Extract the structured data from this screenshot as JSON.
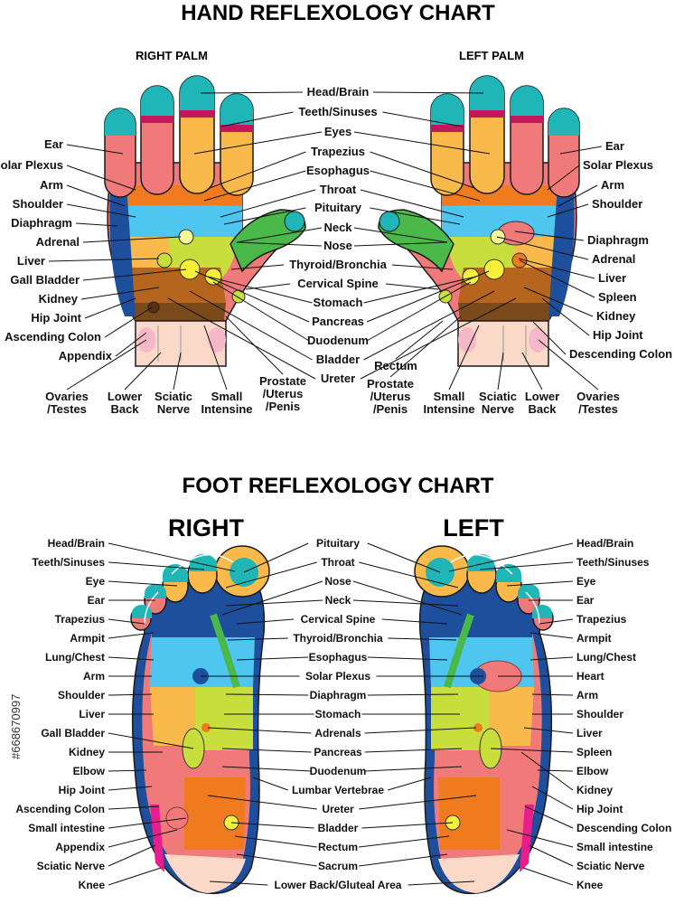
{
  "hand_chart": {
    "title": "HAND REFLEXOLOGY CHART",
    "right_palm_label": "RIGHT PALM",
    "left_palm_label": "LEFT PALM",
    "center_labels": [
      "Head/Brain",
      "Teeth/Sinuses",
      "Eyes",
      "Trapezius",
      "Esophagus",
      "Throat",
      "Pituitary",
      "Neck",
      "Nose",
      "Thyroid/Bronchia",
      "Cervical Spine",
      "Stomach",
      "Pancreas",
      "Duodenum",
      "Bladder",
      "Ureter"
    ],
    "right_side_labels": [
      "Ear",
      "Solar Plexus",
      "Arm",
      "Shoulder",
      "Diaphragm",
      "Adrenal",
      "Liver",
      "Gall Bladder",
      "Kidney",
      "Hip Joint",
      "Ascending Colon",
      "Appendix"
    ],
    "left_side_labels": [
      "Ear",
      "Solar Plexus",
      "Arm",
      "Shoulder",
      "Diaphragm",
      "Adrenal",
      "Liver",
      "Spleen",
      "Kidney",
      "Hip Joint",
      "Descending Colon"
    ],
    "right_bottom_labels": [
      {
        "l1": "Ovaries",
        "l2": "/Testes"
      },
      {
        "l1": "Lower",
        "l2": "Back"
      },
      {
        "l1": "Sciatic",
        "l2": "Nerve"
      },
      {
        "l1": "Small",
        "l2": "Intensine"
      },
      {
        "l1": "Prostate",
        "l2": "/Uterus",
        "l3": "/Penis"
      }
    ],
    "left_bottom_labels": [
      {
        "l1": "Rectum"
      },
      {
        "l1": "Prostate",
        "l2": "/Uterus",
        "l3": "/Penis"
      },
      {
        "l1": "Small",
        "l2": "Intensine"
      },
      {
        "l1": "Sciatic",
        "l2": "Nerve"
      },
      {
        "l1": "Lower",
        "l2": "Back"
      },
      {
        "l1": "Ovaries",
        "l2": "/Testes"
      }
    ]
  },
  "foot_chart": {
    "title": "FOOT REFLEXOLOGY CHART",
    "right_label": "RIGHT",
    "left_label": "LEFT",
    "right_side_labels": [
      "Head/Brain",
      "Teeth/Sinuses",
      "Eye",
      "Ear",
      "Trapezius",
      "Armpit",
      "Lung/Chest",
      "Arm",
      "Shoulder",
      "Liver",
      "Gall Bladder",
      "Kidney",
      "Elbow",
      "Hip Joint",
      "Ascending Colon",
      "Small intestine",
      "Appendix",
      "Sciatic Nerve",
      "Knee"
    ],
    "center_labels": [
      "Pituitary",
      "Throat",
      "Nose",
      "Neck",
      "Cervical Spine",
      "Thyroid/Bronchia",
      "Esophagus",
      "Solar Plexus",
      "Diaphragm",
      "Stomach",
      "Adrenals",
      "Pancreas",
      "Duodenum",
      "Lumbar Vertebrae",
      "Ureter",
      "Bladder",
      "Rectum",
      "Sacrum",
      "Lower Back/Gluteal Area"
    ],
    "left_side_labels": [
      "Head/Brain",
      "Teeth/Sinuses",
      "Eye",
      "Ear",
      "Trapezius",
      "Armpit",
      "Lung/Chest",
      "Heart",
      "Arm",
      "Shoulder",
      "Liver",
      "Spleen",
      "Elbow",
      "Kidney",
      "Hip Joint",
      "Descending Colon",
      "Small intestine",
      "Sciatic Nerve",
      "Knee"
    ]
  },
  "watermark": {
    "stock_id": "#668670997"
  },
  "colors": {
    "teal": "#20b6b8",
    "salmon": "#f07a7a",
    "yellow_orange": "#f9b94b",
    "sky": "#4fc6f0",
    "lime": "#c8de3c",
    "green": "#4bb84a",
    "orange": "#f07b1f",
    "brown": "#b5651d",
    "navy": "#1d4f9c",
    "pink": "#f4b8c8",
    "magenta": "#e91e8c",
    "cream": "#fbd9c8",
    "olive": "#7aa832"
  }
}
